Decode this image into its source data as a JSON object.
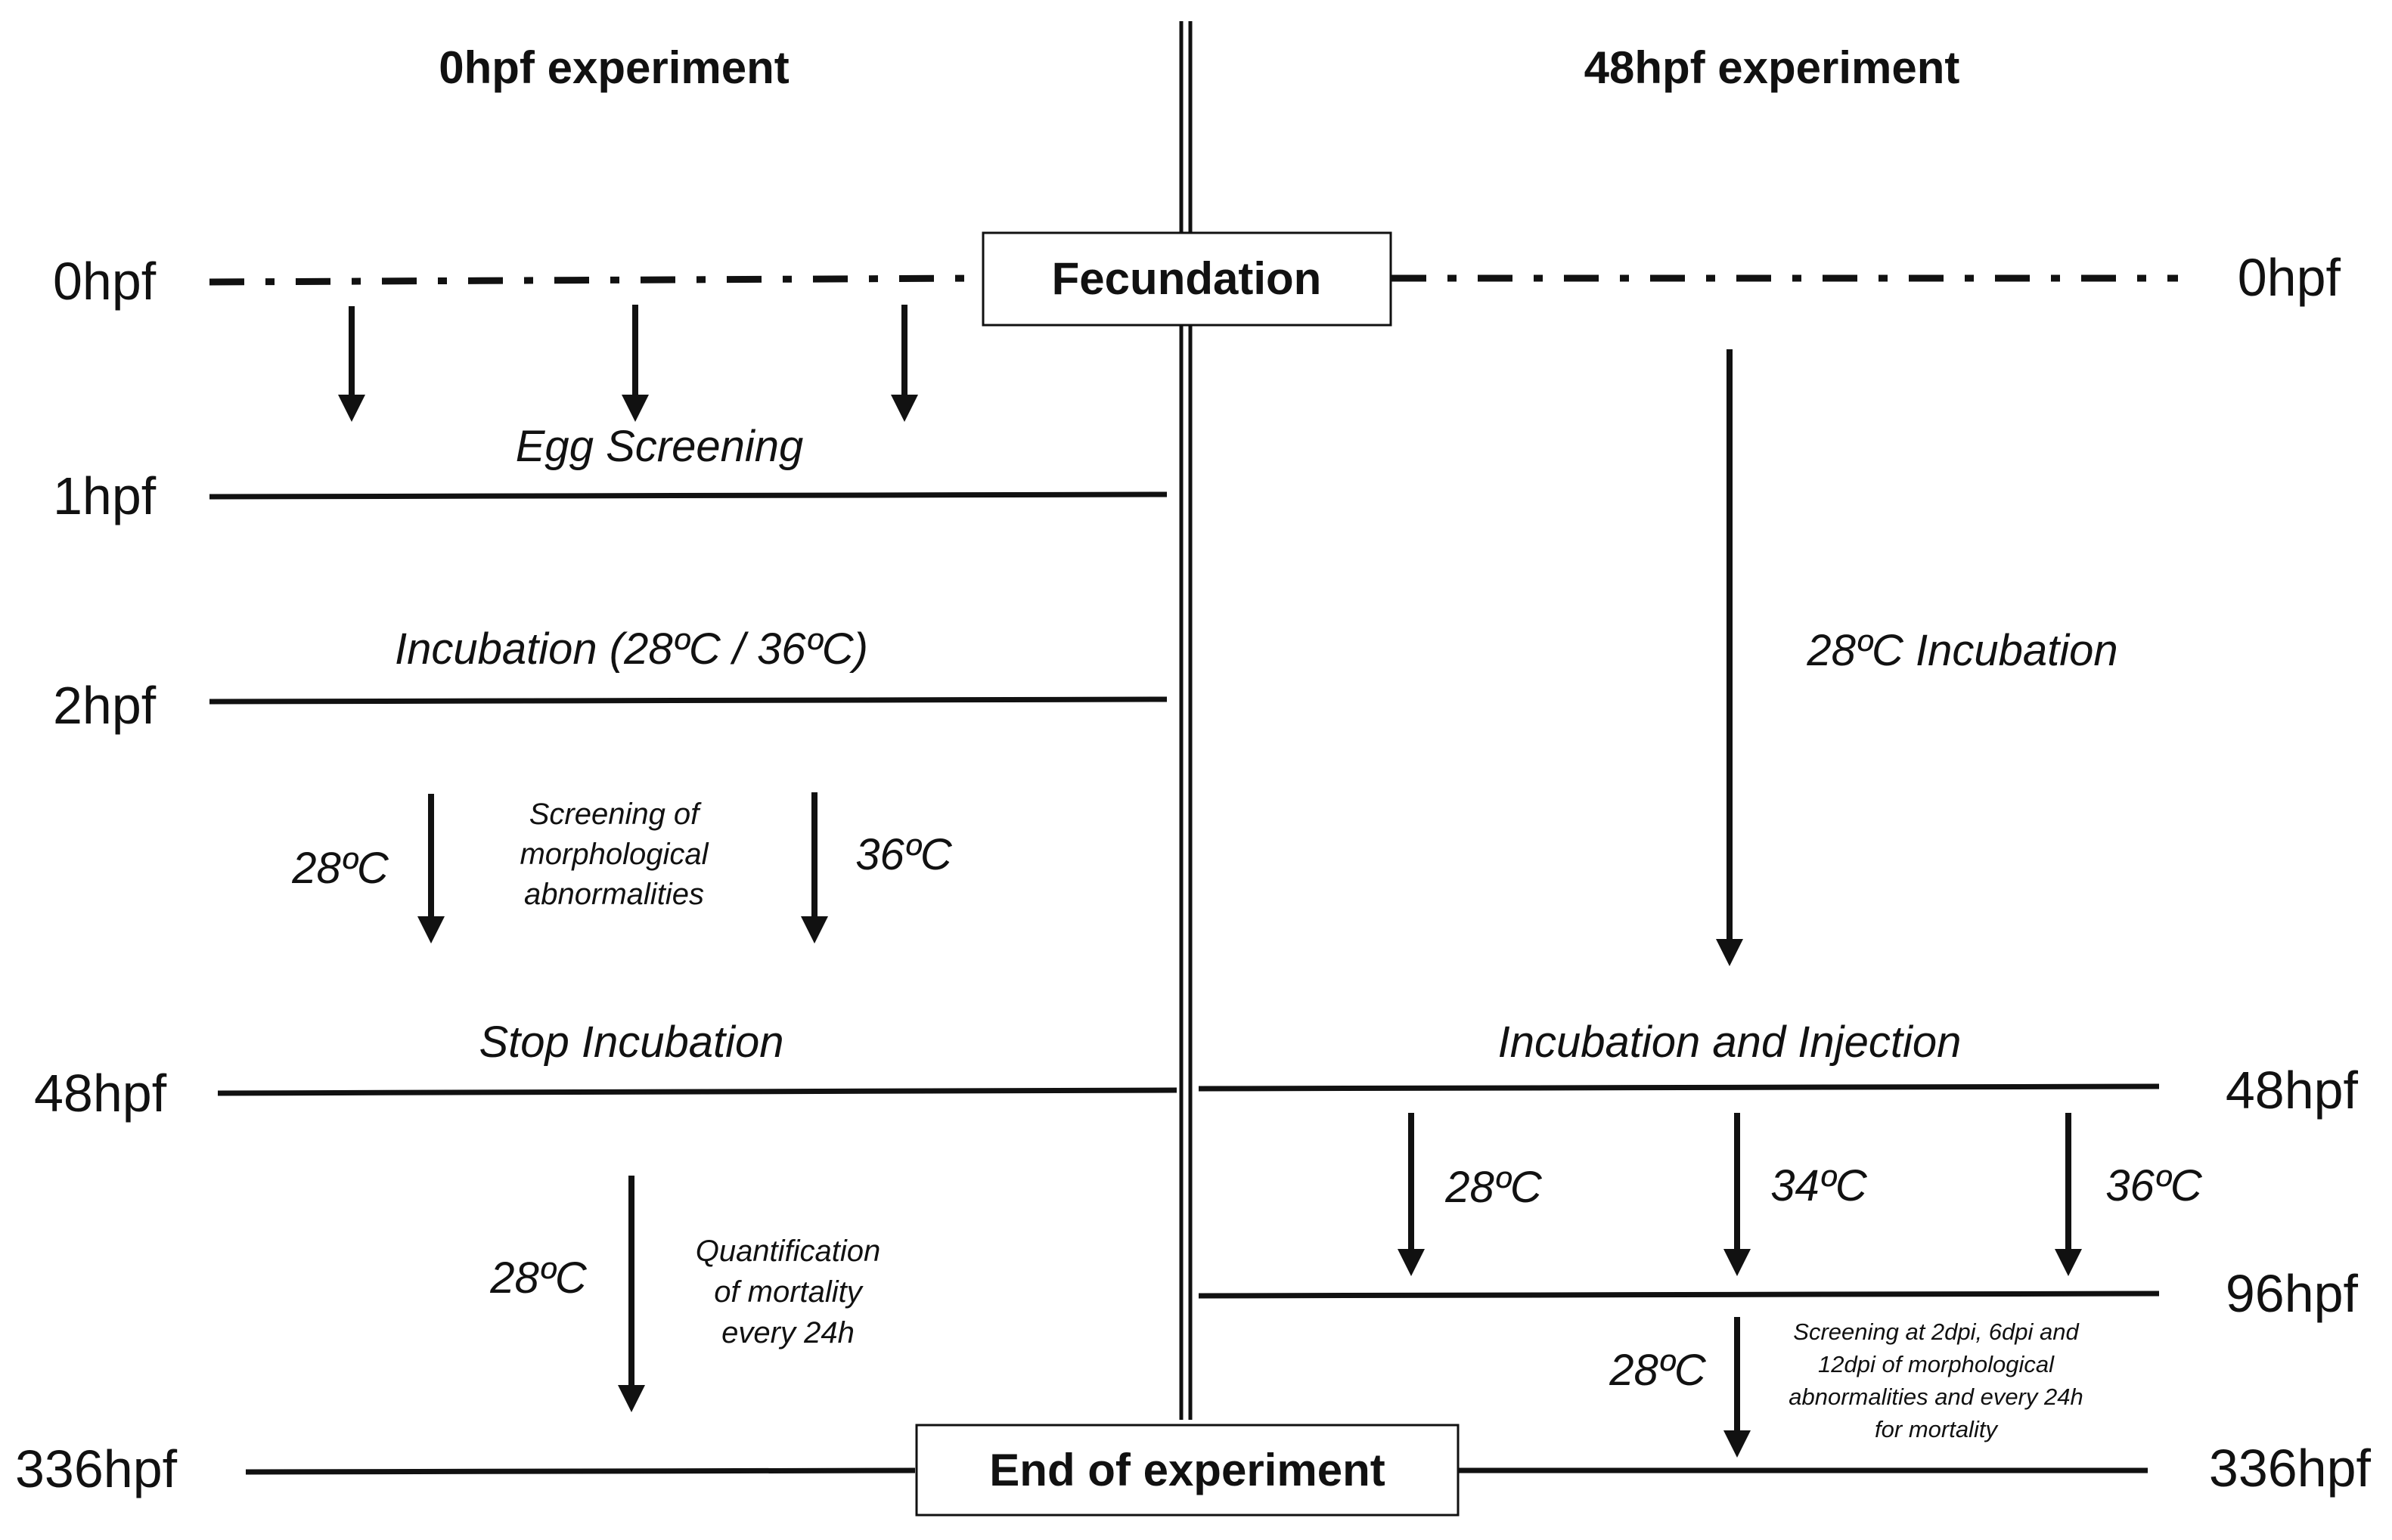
{
  "headers": {
    "left": "0hpf experiment",
    "right": "48hpf experiment"
  },
  "boxes": {
    "top": "Fecundation",
    "bottom": "End of experiment"
  },
  "left": {
    "times": [
      "0hpf",
      "1hpf",
      "2hpf",
      "48hpf",
      "336hpf"
    ],
    "phases": {
      "egg_screening": "Egg Screening",
      "incubation": "Incubation (28ºC / 36ºC)",
      "stop_incubation": "Stop Incubation"
    },
    "temps": {
      "t28a": "28ºC",
      "t36": "36ºC",
      "t28b": "28ºC"
    },
    "notes": {
      "screening": [
        "Screening of",
        "morphological",
        "abnormalities"
      ],
      "mortality": [
        "Quantification",
        "of mortality",
        "every 24h"
      ]
    }
  },
  "right": {
    "times": [
      "0hpf",
      "48hpf",
      "96hpf",
      "336hpf"
    ],
    "phases": {
      "incubation28": "28ºC Incubation",
      "incubation_injection": "Incubation and Injection"
    },
    "temps": {
      "t28a": "28ºC",
      "t34": "34ºC",
      "t36": "36ºC",
      "t28b": "28ºC"
    },
    "notes": {
      "screening": [
        "Screening at 2dpi, 6dpi and",
        "12dpi of morphological",
        "abnormalities and every 24h",
        "for mortality"
      ]
    }
  }
}
